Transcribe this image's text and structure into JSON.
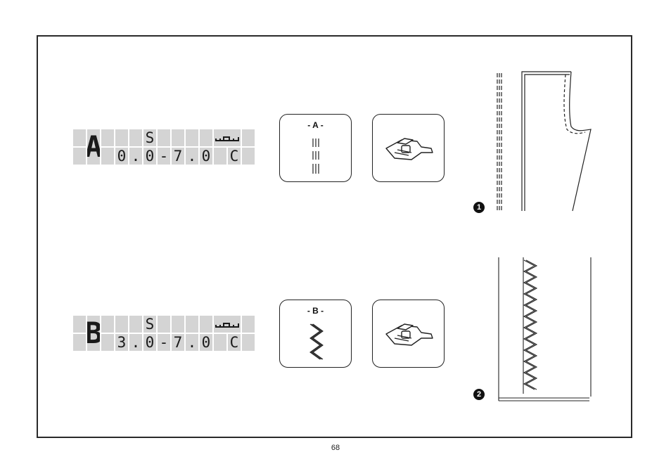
{
  "page_number": "68",
  "settings": [
    {
      "pattern_letter": "A",
      "lcd_top_letter": "S",
      "lcd_row2": [
        "0",
        ".",
        "0",
        "-",
        "7",
        ".",
        "0",
        "",
        "C"
      ],
      "stitch_card_label": "- A -",
      "badge": "1"
    },
    {
      "pattern_letter": "B",
      "lcd_top_letter": "S",
      "lcd_row2": [
        "3",
        ".",
        "0",
        "-",
        "7",
        ".",
        "0",
        "",
        "C"
      ],
      "stitch_card_label": "- B -",
      "badge": "2"
    }
  ],
  "icons": {
    "lcd_foot": "presser-foot-icon",
    "stitch_a": "triple-straight-stitch-icon",
    "stitch_b": "triple-zigzag-stitch-icon",
    "foot_card": "presser-foot-icon"
  }
}
